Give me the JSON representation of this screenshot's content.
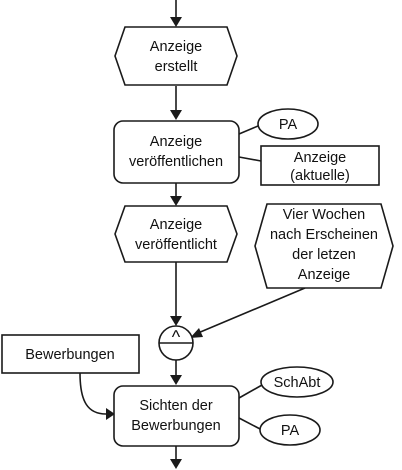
{
  "events": {
    "anzeige_erstellt": [
      "Anzeige",
      "erstellt"
    ],
    "anzeige_veroeffentlicht": [
      "Anzeige",
      "veröffentlicht"
    ],
    "vier_wochen": [
      "Vier Wochen",
      "nach Erscheinen",
      "der letzen",
      "Anzeige"
    ]
  },
  "functions": {
    "anzeige_veroeffentlichen": [
      "Anzeige",
      "veröffentlichen"
    ],
    "sichten_bewerbungen": [
      "Sichten der",
      "Bewerbungen"
    ]
  },
  "org_units": {
    "pa_top": "PA",
    "schabt": "SchAbt",
    "pa_bottom": "PA"
  },
  "info_objects": {
    "anzeige_aktuelle": [
      "Anzeige",
      "(aktuelle)"
    ],
    "bewerbungen": "Bewerbungen"
  },
  "connector": {
    "operator": "^"
  }
}
